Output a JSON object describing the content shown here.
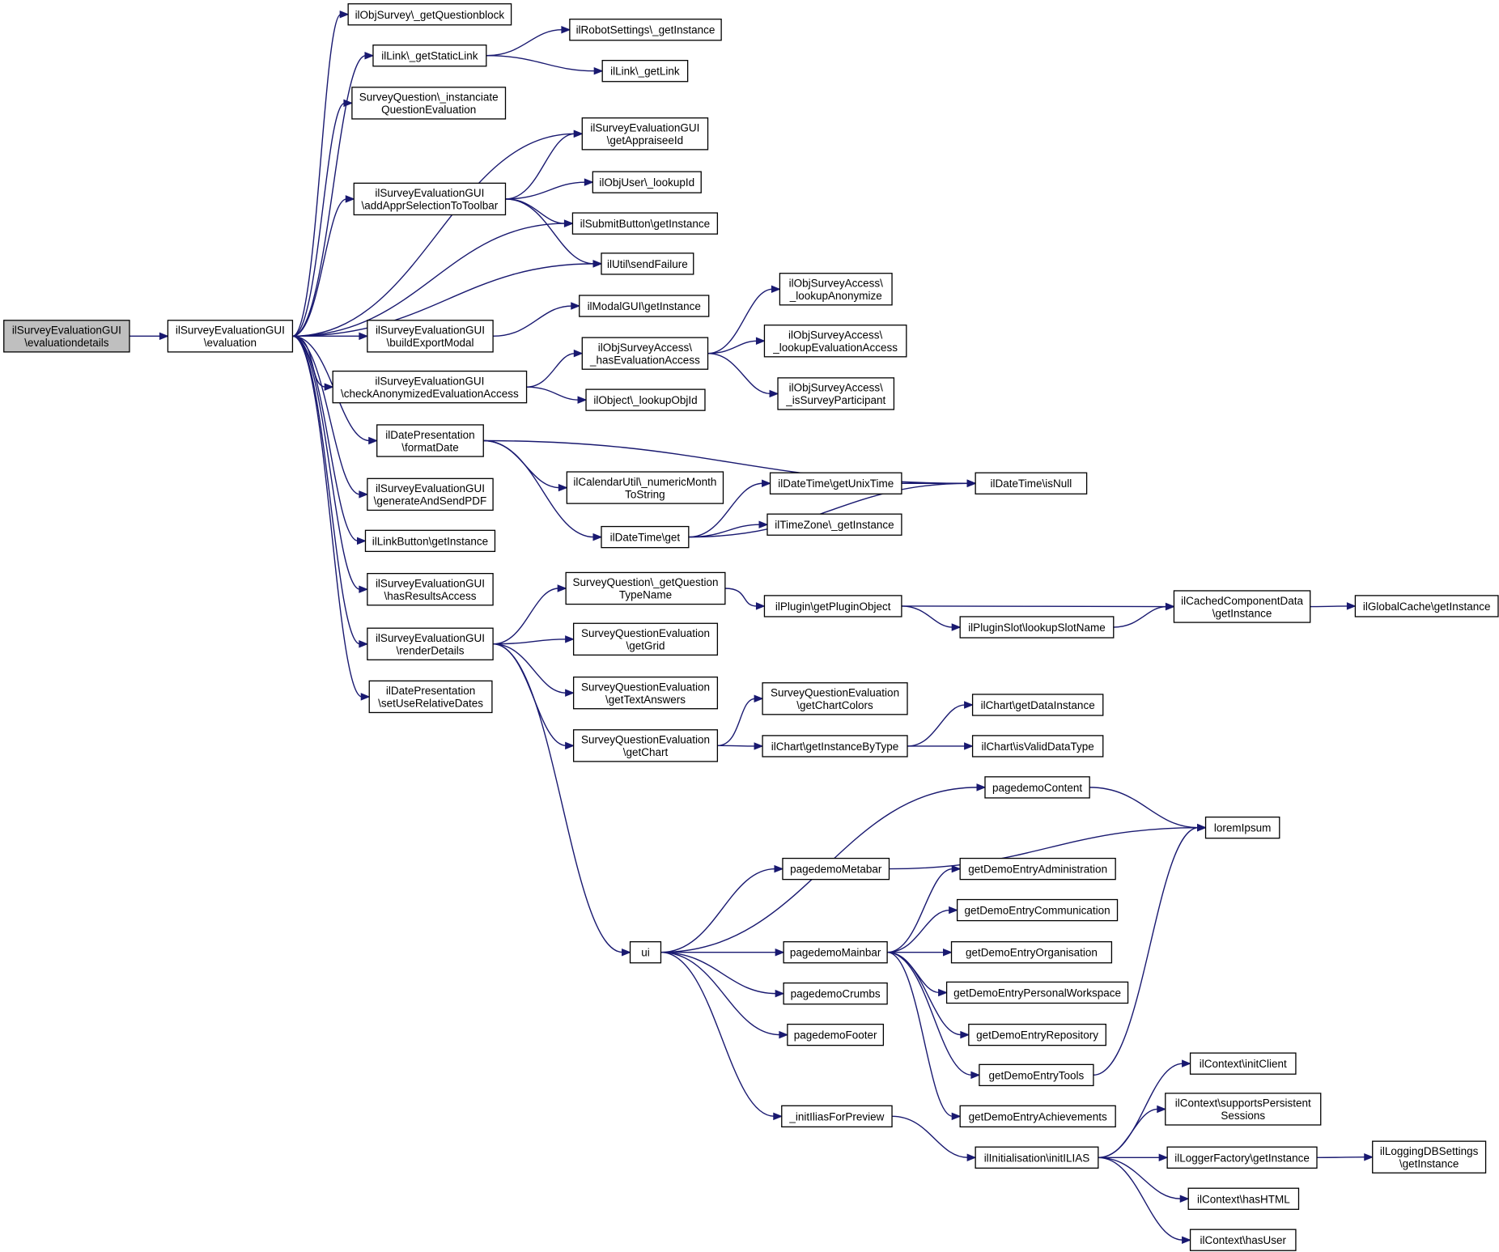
{
  "nodes": [
    {
      "id": "root",
      "lines": [
        "ilSurveyEvaluationGUI",
        "\\evaluationdetails"
      ],
      "root": true
    },
    {
      "id": "evaluation",
      "lines": [
        "ilSurveyEvaluationGUI",
        "\\evaluation"
      ]
    },
    {
      "id": "getQuestionblock",
      "lines": [
        "ilObjSurvey\\_getQuestionblock"
      ]
    },
    {
      "id": "getStaticLink",
      "lines": [
        "ilLink\\_getStaticLink"
      ]
    },
    {
      "id": "robotGetInstance",
      "lines": [
        "ilRobotSettings\\_getInstance"
      ]
    },
    {
      "id": "getLink",
      "lines": [
        "ilLink\\_getLink"
      ]
    },
    {
      "id": "instanciateQE",
      "lines": [
        "SurveyQuestion\\_instanciate",
        "QuestionEvaluation"
      ]
    },
    {
      "id": "getAppraiseeId",
      "lines": [
        "ilSurveyEvaluationGUI",
        "\\getAppraiseeId"
      ]
    },
    {
      "id": "addAppr",
      "lines": [
        "ilSurveyEvaluationGUI",
        "\\addApprSelectionToToolbar"
      ]
    },
    {
      "id": "lookupId",
      "lines": [
        "ilObjUser\\_lookupId"
      ]
    },
    {
      "id": "submitButton",
      "lines": [
        "ilSubmitButton\\getInstance"
      ]
    },
    {
      "id": "sendFailure",
      "lines": [
        "ilUtil\\sendFailure"
      ]
    },
    {
      "id": "buildExportModal",
      "lines": [
        "ilSurveyEvaluationGUI",
        "\\buildExportModal"
      ]
    },
    {
      "id": "modalGUI",
      "lines": [
        "ilModalGUI\\getInstance"
      ]
    },
    {
      "id": "lookupAnonymize",
      "lines": [
        "ilObjSurveyAccess\\",
        "_lookupAnonymize"
      ]
    },
    {
      "id": "hasEvalAccess",
      "lines": [
        "ilObjSurveyAccess\\",
        "_hasEvaluationAccess"
      ]
    },
    {
      "id": "lookupEvalAccess",
      "lines": [
        "ilObjSurveyAccess\\",
        "_lookupEvaluationAccess"
      ]
    },
    {
      "id": "checkAnon",
      "lines": [
        "ilSurveyEvaluationGUI",
        "\\checkAnonymizedEvaluationAccess"
      ]
    },
    {
      "id": "isSurveyParticipant",
      "lines": [
        "ilObjSurveyAccess\\",
        "_isSurveyParticipant"
      ]
    },
    {
      "id": "lookupObjId",
      "lines": [
        "ilObject\\_lookupObjId"
      ]
    },
    {
      "id": "formatDate",
      "lines": [
        "ilDatePresentation",
        "\\formatDate"
      ]
    },
    {
      "id": "isNull",
      "lines": [
        "ilDateTime\\isNull"
      ]
    },
    {
      "id": "getUnixTime",
      "lines": [
        "ilDateTime\\getUnixTime"
      ]
    },
    {
      "id": "numericMonth",
      "lines": [
        "ilCalendarUtil\\_numericMonth",
        "ToString"
      ]
    },
    {
      "id": "generatePDF",
      "lines": [
        "ilSurveyEvaluationGUI",
        "\\generateAndSendPDF"
      ]
    },
    {
      "id": "tzGetInstance",
      "lines": [
        "ilTimeZone\\_getInstance"
      ]
    },
    {
      "id": "dtGet",
      "lines": [
        "ilDateTime\\get"
      ]
    },
    {
      "id": "linkButton",
      "lines": [
        "ilLinkButton\\getInstance"
      ]
    },
    {
      "id": "getQTypeName",
      "lines": [
        "SurveyQuestion\\_getQuestion",
        "TypeName"
      ]
    },
    {
      "id": "hasResults",
      "lines": [
        "ilSurveyEvaluationGUI",
        "\\hasResultsAccess"
      ]
    },
    {
      "id": "getPluginObject",
      "lines": [
        "ilPlugin\\getPluginObject"
      ]
    },
    {
      "id": "cachedComp",
      "lines": [
        "ilCachedComponentData",
        "\\getInstance"
      ]
    },
    {
      "id": "globalCache",
      "lines": [
        "ilGlobalCache\\getInstance"
      ]
    },
    {
      "id": "lookupSlotName",
      "lines": [
        "ilPluginSlot\\lookupSlotName"
      ]
    },
    {
      "id": "renderDetails",
      "lines": [
        "ilSurveyEvaluationGUI",
        "\\renderDetails"
      ]
    },
    {
      "id": "getGrid",
      "lines": [
        "SurveyQuestionEvaluation",
        "\\getGrid"
      ]
    },
    {
      "id": "setUseRelative",
      "lines": [
        "ilDatePresentation",
        "\\setUseRelativeDates"
      ]
    },
    {
      "id": "getTextAnswers",
      "lines": [
        "SurveyQuestionEvaluation",
        "\\getTextAnswers"
      ]
    },
    {
      "id": "getChartColors",
      "lines": [
        "SurveyQuestionEvaluation",
        "\\getChartColors"
      ]
    },
    {
      "id": "getDataInstance",
      "lines": [
        "ilChart\\getDataInstance"
      ]
    },
    {
      "id": "getChart",
      "lines": [
        "SurveyQuestionEvaluation",
        "\\getChart"
      ]
    },
    {
      "id": "getInstanceByType",
      "lines": [
        "ilChart\\getInstanceByType"
      ]
    },
    {
      "id": "isValidDataType",
      "lines": [
        "ilChart\\isValidDataType"
      ]
    },
    {
      "id": "pagedemoContent",
      "lines": [
        "pagedemoContent"
      ]
    },
    {
      "id": "loremIpsum",
      "lines": [
        "loremIpsum"
      ]
    },
    {
      "id": "pagedemoMetabar",
      "lines": [
        "pagedemoMetabar"
      ]
    },
    {
      "id": "demoAdmin",
      "lines": [
        "getDemoEntryAdministration"
      ]
    },
    {
      "id": "demoComm",
      "lines": [
        "getDemoEntryCommunication"
      ]
    },
    {
      "id": "ui",
      "lines": [
        "ui"
      ]
    },
    {
      "id": "pagedemoMainbar",
      "lines": [
        "pagedemoMainbar"
      ]
    },
    {
      "id": "demoOrg",
      "lines": [
        "getDemoEntryOrganisation"
      ]
    },
    {
      "id": "pagedemoCrumbs",
      "lines": [
        "pagedemoCrumbs"
      ]
    },
    {
      "id": "demoPersonal",
      "lines": [
        "getDemoEntryPersonalWorkspace"
      ]
    },
    {
      "id": "pagedemoFooter",
      "lines": [
        "pagedemoFooter"
      ]
    },
    {
      "id": "demoRepo",
      "lines": [
        "getDemoEntryRepository"
      ]
    },
    {
      "id": "demoTools",
      "lines": [
        "getDemoEntryTools"
      ]
    },
    {
      "id": "initClient",
      "lines": [
        "ilContext\\initClient"
      ]
    },
    {
      "id": "initIliasPreview",
      "lines": [
        "_initIliasForPreview"
      ]
    },
    {
      "id": "demoAchievements",
      "lines": [
        "getDemoEntryAchievements"
      ]
    },
    {
      "id": "supportsPersistent",
      "lines": [
        "ilContext\\supportsPersistent",
        "Sessions"
      ]
    },
    {
      "id": "initILIAS",
      "lines": [
        "ilInitialisation\\initILIAS"
      ]
    },
    {
      "id": "loggerFactory",
      "lines": [
        "ilLoggerFactory\\getInstance"
      ]
    },
    {
      "id": "loggingDB",
      "lines": [
        "ilLoggingDBSettings",
        "\\getInstance"
      ]
    },
    {
      "id": "hasHTML",
      "lines": [
        "ilContext\\hasHTML"
      ]
    },
    {
      "id": "hasUser",
      "lines": [
        "ilContext\\hasUser"
      ]
    }
  ],
  "edges": [
    [
      "root",
      "evaluation"
    ],
    [
      "evaluation",
      "getQuestionblock"
    ],
    [
      "evaluation",
      "getStaticLink"
    ],
    [
      "evaluation",
      "instanciateQE"
    ],
    [
      "evaluation",
      "getAppraiseeId"
    ],
    [
      "evaluation",
      "addAppr"
    ],
    [
      "evaluation",
      "submitButton"
    ],
    [
      "evaluation",
      "sendFailure"
    ],
    [
      "evaluation",
      "buildExportModal"
    ],
    [
      "evaluation",
      "checkAnon"
    ],
    [
      "evaluation",
      "formatDate"
    ],
    [
      "evaluation",
      "generatePDF"
    ],
    [
      "evaluation",
      "linkButton"
    ],
    [
      "evaluation",
      "hasResults"
    ],
    [
      "evaluation",
      "renderDetails"
    ],
    [
      "evaluation",
      "setUseRelative"
    ],
    [
      "getStaticLink",
      "robotGetInstance"
    ],
    [
      "getStaticLink",
      "getLink"
    ],
    [
      "addAppr",
      "getAppraiseeId"
    ],
    [
      "addAppr",
      "lookupId"
    ],
    [
      "addAppr",
      "submitButton"
    ],
    [
      "addAppr",
      "sendFailure"
    ],
    [
      "buildExportModal",
      "modalGUI"
    ],
    [
      "checkAnon",
      "hasEvalAccess"
    ],
    [
      "checkAnon",
      "lookupObjId"
    ],
    [
      "hasEvalAccess",
      "lookupAnonymize"
    ],
    [
      "hasEvalAccess",
      "lookupEvalAccess"
    ],
    [
      "hasEvalAccess",
      "isSurveyParticipant"
    ],
    [
      "formatDate",
      "isNull"
    ],
    [
      "formatDate",
      "numericMonth"
    ],
    [
      "formatDate",
      "dtGet"
    ],
    [
      "dtGet",
      "getUnixTime"
    ],
    [
      "dtGet",
      "tzGetInstance"
    ],
    [
      "dtGet",
      "isNull"
    ],
    [
      "getUnixTime",
      "isNull"
    ],
    [
      "renderDetails",
      "getQTypeName"
    ],
    [
      "renderDetails",
      "getGrid"
    ],
    [
      "renderDetails",
      "getTextAnswers"
    ],
    [
      "renderDetails",
      "getChart"
    ],
    [
      "renderDetails",
      "ui"
    ],
    [
      "getQTypeName",
      "getPluginObject"
    ],
    [
      "getPluginObject",
      "cachedComp"
    ],
    [
      "getPluginObject",
      "lookupSlotName"
    ],
    [
      "lookupSlotName",
      "cachedComp"
    ],
    [
      "cachedComp",
      "globalCache"
    ],
    [
      "getChart",
      "getChartColors"
    ],
    [
      "getChart",
      "getInstanceByType"
    ],
    [
      "getInstanceByType",
      "getDataInstance"
    ],
    [
      "getInstanceByType",
      "isValidDataType"
    ],
    [
      "ui",
      "pagedemoContent"
    ],
    [
      "ui",
      "pagedemoMetabar"
    ],
    [
      "ui",
      "pagedemoMainbar"
    ],
    [
      "ui",
      "pagedemoCrumbs"
    ],
    [
      "ui",
      "pagedemoFooter"
    ],
    [
      "ui",
      "initIliasPreview"
    ],
    [
      "pagedemoContent",
      "loremIpsum"
    ],
    [
      "pagedemoMetabar",
      "loremIpsum"
    ],
    [
      "pagedemoMainbar",
      "demoAdmin"
    ],
    [
      "pagedemoMainbar",
      "demoComm"
    ],
    [
      "pagedemoMainbar",
      "demoOrg"
    ],
    [
      "pagedemoMainbar",
      "demoPersonal"
    ],
    [
      "pagedemoMainbar",
      "demoRepo"
    ],
    [
      "pagedemoMainbar",
      "demoTools"
    ],
    [
      "pagedemoMainbar",
      "demoAchievements"
    ],
    [
      "demoTools",
      "loremIpsum"
    ],
    [
      "initIliasPreview",
      "initILIAS"
    ],
    [
      "initILIAS",
      "initClient"
    ],
    [
      "initILIAS",
      "supportsPersistent"
    ],
    [
      "initILIAS",
      "loggerFactory"
    ],
    [
      "initILIAS",
      "hasHTML"
    ],
    [
      "initILIAS",
      "hasUser"
    ],
    [
      "loggerFactory",
      "loggingDB"
    ]
  ]
}
